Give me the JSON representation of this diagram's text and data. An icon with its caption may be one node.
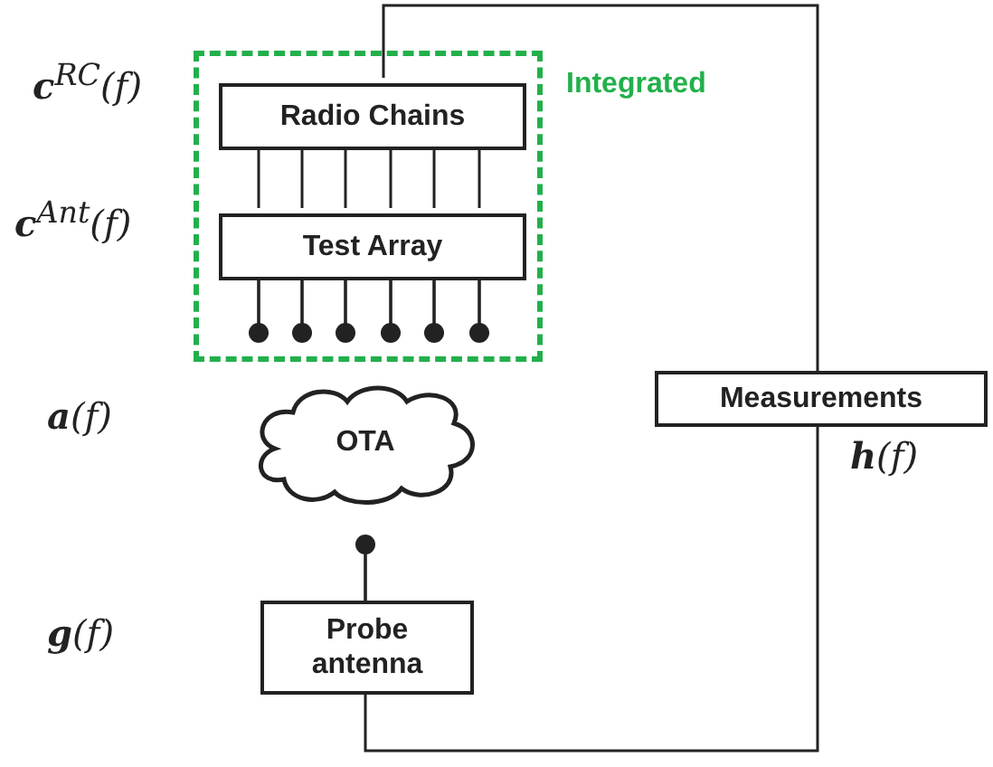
{
  "diagram": {
    "nodes": [
      {
        "text": [
          "Integrated"
        ]
      },
      {
        "text": [
          "Radio Chains"
        ],
        "in": 0
      },
      {
        "text": [
          "Test Array"
        ],
        "in": 0
      },
      {
        "text": [
          "OTA"
        ]
      },
      {
        "text": [
          "Measurements"
        ]
      },
      {
        "text": [
          "Probe antenna"
        ]
      }
    ],
    "edges": [
      {
        "from": 1,
        "to": 4,
        "arrow": "none"
      },
      {
        "from": 4,
        "to": 5,
        "arrow": "none"
      },
      {
        "from": 1,
        "to": 2,
        "arrow": "none"
      },
      {
        "from": 1,
        "to": 2,
        "arrow": "none"
      },
      {
        "from": 1,
        "to": 2,
        "arrow": "none"
      },
      {
        "from": 1,
        "to": 2,
        "arrow": "none"
      },
      {
        "from": 1,
        "to": 2,
        "arrow": "none"
      },
      {
        "from": 1,
        "to": 2,
        "arrow": "none"
      }
    ],
    "labels": [
      "**c**$^{RC}$(f)",
      "**c**$^{Ant}$(f)",
      "**a**(f)",
      "**g**(f)",
      "**h**(f)"
    ]
  }
}
